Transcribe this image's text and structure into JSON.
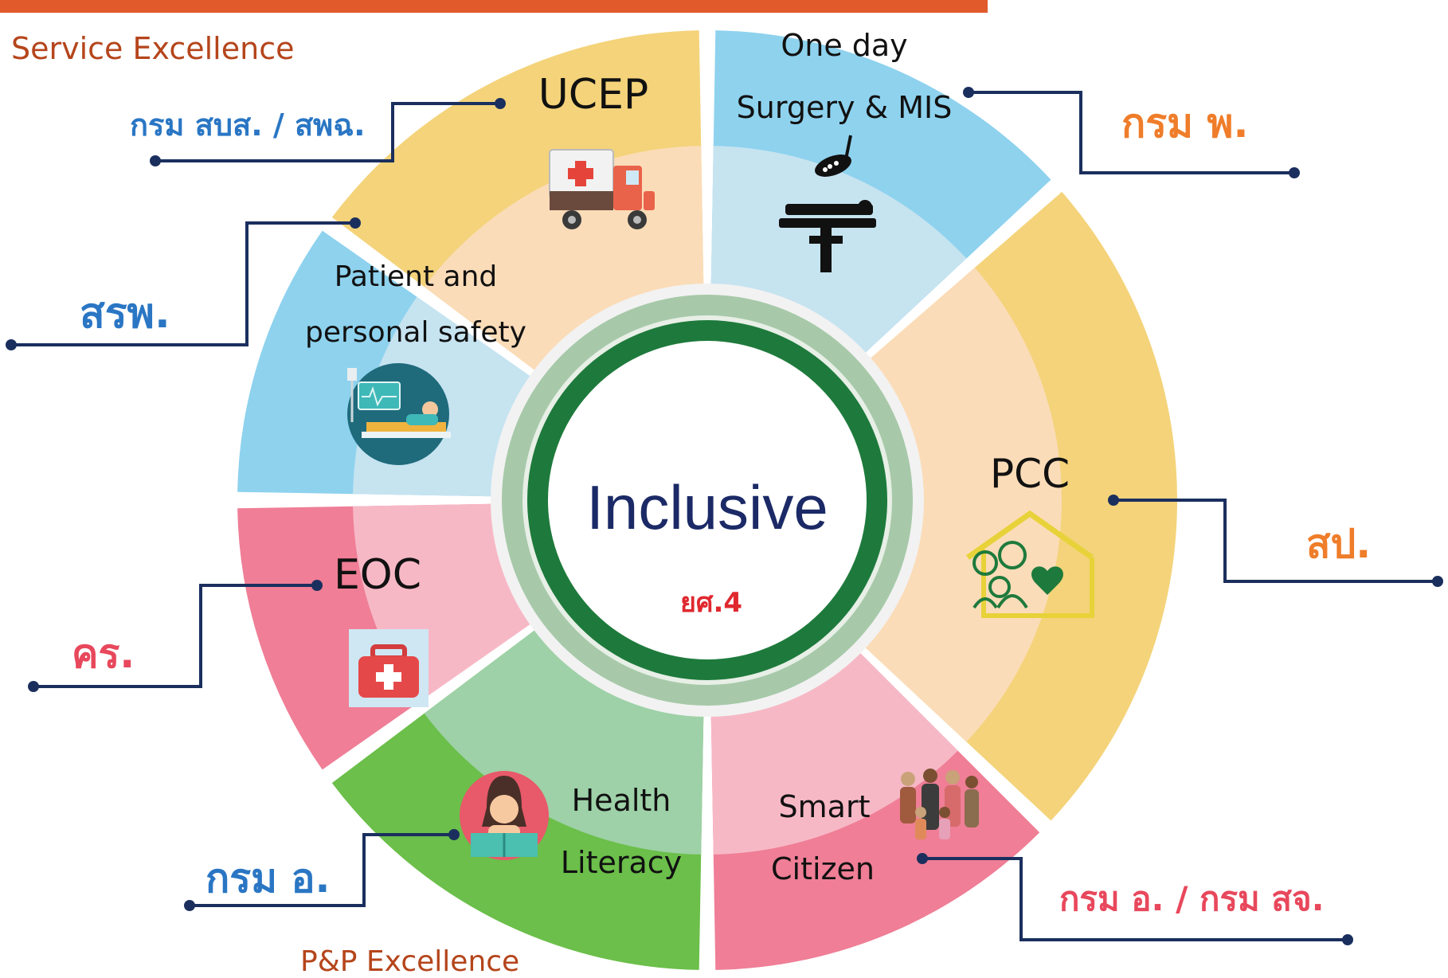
{
  "header": {
    "title": "Service Excellence",
    "footer_title": "P&P Excellence"
  },
  "center": {
    "title": "Inclusive",
    "subtitle": "ยศ.4"
  },
  "segments": {
    "ucep": {
      "title": "UCEP",
      "icon": "ambulance-icon"
    },
    "one_day": {
      "title_line1": "One day",
      "title_line2": "Surgery & MIS",
      "icon": "surgery-table-icon"
    },
    "pcc": {
      "title": "PCC",
      "icon": "family-home-icon"
    },
    "smart_citizen": {
      "title_line1": "Smart",
      "title_line2": "Citizen",
      "icon": "family-group-icon"
    },
    "health_literacy": {
      "title_line1": "Health",
      "title_line2": "Literacy",
      "icon": "reading-woman-icon"
    },
    "eoc": {
      "title": "EOC",
      "icon": "first-aid-kit-icon"
    },
    "patient_safety": {
      "title_line1": "Patient and",
      "title_line2": "personal safety",
      "icon": "hospital-bed-icon"
    }
  },
  "callouts": {
    "ucep": "กรม สบส. / สพฉ.",
    "one_day": "กรม พ.",
    "pcc": "สป.",
    "smart_citizen": "กรม อ. / กรม สจ.",
    "health_literacy": "กรม อ.",
    "eoc": "คร.",
    "patient_safety": "สรพ."
  },
  "colors": {
    "header_bar": "#e05a2b",
    "service_title": "#b5451b",
    "callout_blue": "#2a76c4",
    "callout_orange": "#ef7d2a",
    "callout_red": "#e8485c",
    "connector": "#1b2f5e",
    "center_green": "#1e7a3c",
    "center_text": "#1b2a66",
    "center_subtitle": "#e0282f"
  }
}
